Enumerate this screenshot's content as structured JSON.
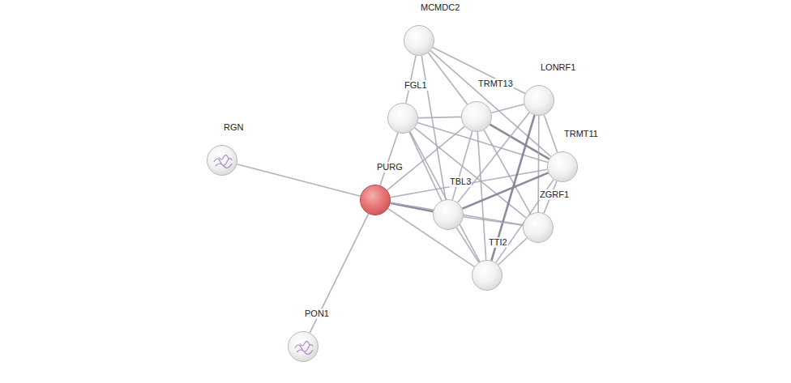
{
  "diagram": {
    "nodes": [
      {
        "text": [
          "MCMDC2"
        ]
      },
      {
        "text": [
          "LONRF1"
        ]
      },
      {
        "text": [
          "FGL1"
        ]
      },
      {
        "text": [
          "TRMT13"
        ]
      },
      {
        "text": [
          "RGN"
        ]
      },
      {
        "text": [
          "TRMT11"
        ]
      },
      {
        "text": [
          "PURG"
        ]
      },
      {
        "text": [
          "TBL3"
        ]
      },
      {
        "text": [
          "ZGRF1"
        ]
      },
      {
        "text": [
          "TTI2"
        ]
      },
      {
        "text": [
          "PON1"
        ]
      }
    ],
    "edges": [
      {
        "from": 6,
        "to": 4,
        "arrow": "none"
      },
      {
        "from": 6,
        "to": 10,
        "arrow": "none"
      },
      {
        "from": 6,
        "to": 2,
        "arrow": "none"
      },
      {
        "from": 6,
        "to": 7,
        "arrow": "none"
      },
      {
        "from": 6,
        "to": 5,
        "arrow": "none"
      },
      {
        "from": 6,
        "to": 8,
        "arrow": "none"
      },
      {
        "from": 6,
        "to": 9,
        "arrow": "none"
      },
      {
        "from": 6,
        "to": 3,
        "arrow": "none"
      },
      {
        "from": 0,
        "to": 2,
        "arrow": "none"
      },
      {
        "from": 0,
        "to": 3,
        "arrow": "none"
      },
      {
        "from": 0,
        "to": 1,
        "arrow": "none"
      },
      {
        "from": 0,
        "to": 5,
        "arrow": "none"
      },
      {
        "from": 0,
        "to": 7,
        "arrow": "none"
      },
      {
        "from": 2,
        "to": 3,
        "arrow": "none"
      },
      {
        "from": 2,
        "to": 7,
        "arrow": "none"
      },
      {
        "from": 2,
        "to": 8,
        "arrow": "none"
      },
      {
        "from": 2,
        "to": 9,
        "arrow": "none"
      },
      {
        "from": 2,
        "to": 5,
        "arrow": "none"
      },
      {
        "from": 3,
        "to": 1,
        "arrow": "none"
      },
      {
        "from": 3,
        "to": 5,
        "arrow": "none"
      },
      {
        "from": 3,
        "to": 7,
        "arrow": "none"
      },
      {
        "from": 3,
        "to": 8,
        "arrow": "none"
      },
      {
        "from": 3,
        "to": 9,
        "arrow": "none"
      },
      {
        "from": 1,
        "to": 5,
        "arrow": "none"
      },
      {
        "from": 1,
        "to": 7,
        "arrow": "none"
      },
      {
        "from": 1,
        "to": 8,
        "arrow": "none"
      },
      {
        "from": 1,
        "to": 9,
        "arrow": "none"
      },
      {
        "from": 5,
        "to": 7,
        "arrow": "none"
      },
      {
        "from": 5,
        "to": 8,
        "arrow": "none"
      },
      {
        "from": 5,
        "to": 9,
        "arrow": "none"
      },
      {
        "from": 7,
        "to": 8,
        "arrow": "none"
      },
      {
        "from": 7,
        "to": 9,
        "arrow": "none"
      },
      {
        "from": 8,
        "to": 9,
        "arrow": "none"
      }
    ]
  }
}
